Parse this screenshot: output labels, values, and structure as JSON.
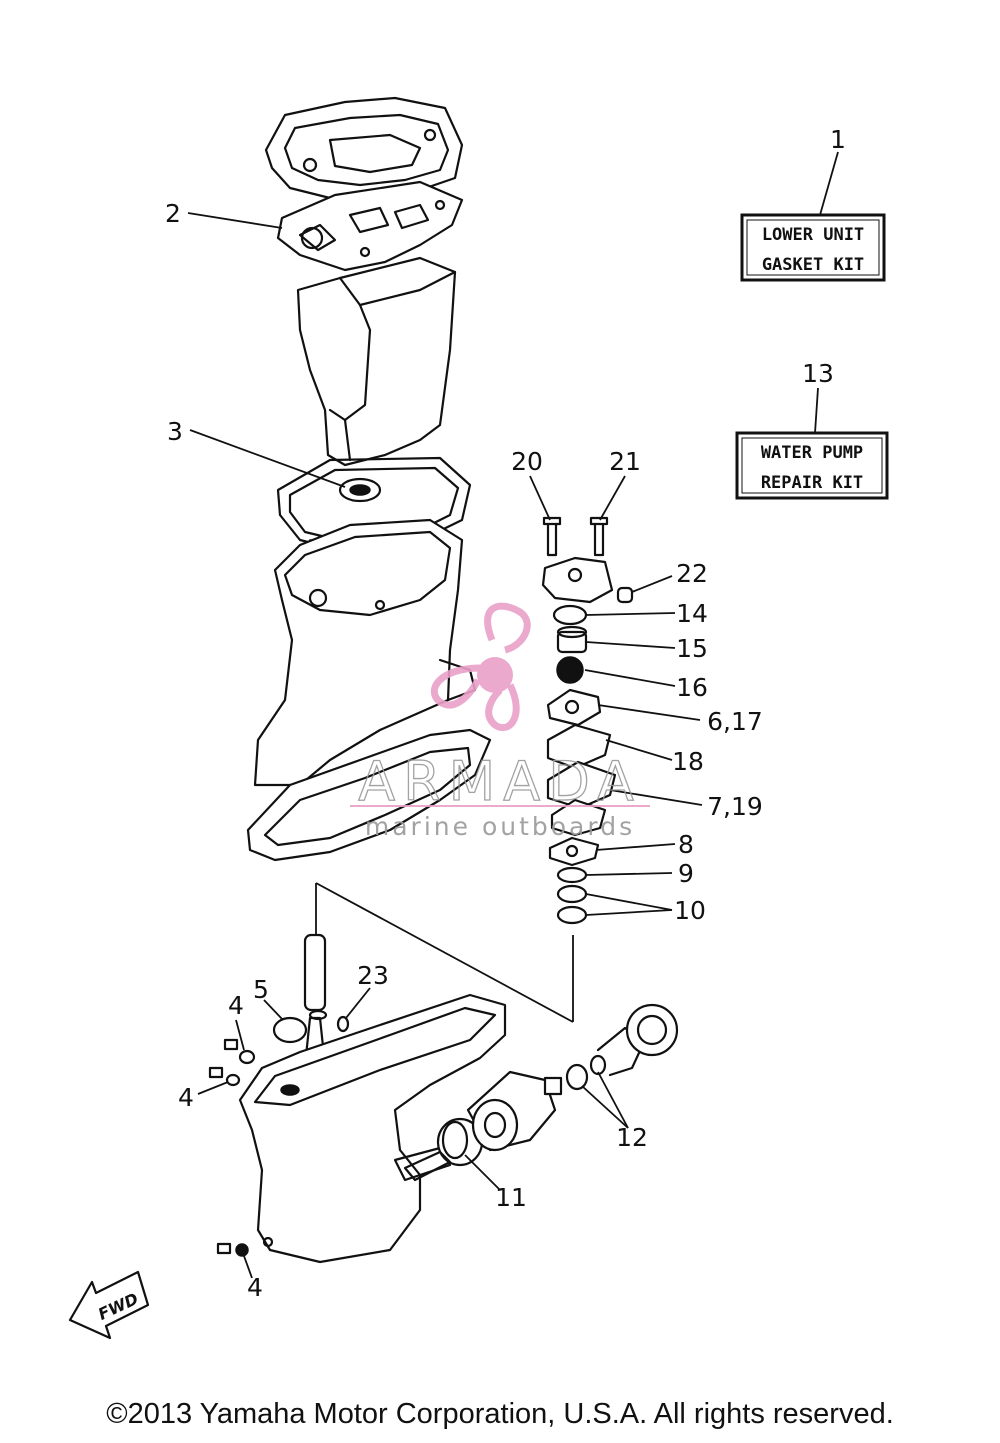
{
  "kits": {
    "lower_unit": {
      "number": "1",
      "line1": "LOWER UNIT",
      "line2": "GASKET KIT"
    },
    "water_pump": {
      "number": "13",
      "line1": "WATER PUMP",
      "line2": "REPAIR KIT"
    }
  },
  "callouts": {
    "c2": "2",
    "c3": "3",
    "c4a": "4",
    "c4b": "4",
    "c4c": "4",
    "c5": "5",
    "c6_17": "6,17",
    "c7_19": "7,19",
    "c8": "8",
    "c9": "9",
    "c10": "10",
    "c11": "11",
    "c12": "12",
    "c14": "14",
    "c15": "15",
    "c16": "16",
    "c18": "18",
    "c20": "20",
    "c21": "21",
    "c22": "22",
    "c23": "23"
  },
  "fwd_label": "FWD",
  "watermark": {
    "brand": "ARMADA",
    "tagline": "marine outboards",
    "color": "#e8a0c8"
  },
  "copyright": "©2013 Yamaha Motor Corporation, U.S.A. All rights reserved."
}
